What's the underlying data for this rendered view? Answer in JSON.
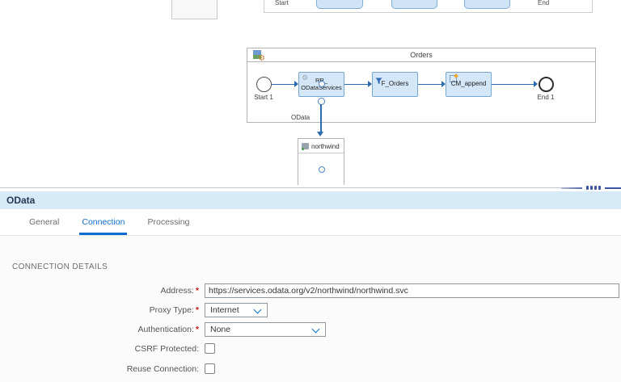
{
  "canvas": {
    "top_process": {
      "start_label": "Start",
      "end_label": "End"
    },
    "orders_pool": {
      "title": "Orders"
    },
    "nodes": {
      "start": {
        "label": "Start 1"
      },
      "request_reply": {
        "label_line1": "RR_",
        "label_line2": "ODataServices"
      },
      "f_orders": {
        "label": "F_Orders"
      },
      "cm_append": {
        "label": "CM_append"
      },
      "end": {
        "label": "End 1"
      }
    },
    "odata_connection_label": "OData",
    "receiver": {
      "label": "northwind"
    }
  },
  "panel": {
    "title": "OData",
    "tabs": [
      {
        "label": "General",
        "active": false
      },
      {
        "label": "Connection",
        "active": true
      },
      {
        "label": "Processing",
        "active": false
      }
    ],
    "section_title": "CONNECTION DETAILS",
    "fields": {
      "address": {
        "label": "Address:",
        "required": "*",
        "value": "https://services.odata.org/v2/northwind/northwind.svc"
      },
      "proxy_type": {
        "label": "Proxy Type:",
        "required": "*",
        "value": "Internet"
      },
      "authentication": {
        "label": "Authentication:",
        "required": "*",
        "value": "None"
      },
      "csrf": {
        "label": "CSRF Protected:",
        "checked": false
      },
      "reuse": {
        "label": "Reuse Connection:",
        "checked": false
      }
    }
  },
  "colors": {
    "accent_blue": "#0a6ed1",
    "required_red": "#cc1919",
    "task_fill": "#d3e7f8",
    "task_border": "#76a7d1",
    "connector_blue": "#2c6cae",
    "panel_band": "#d7eaf8",
    "panel_title_text": "#223a52"
  }
}
